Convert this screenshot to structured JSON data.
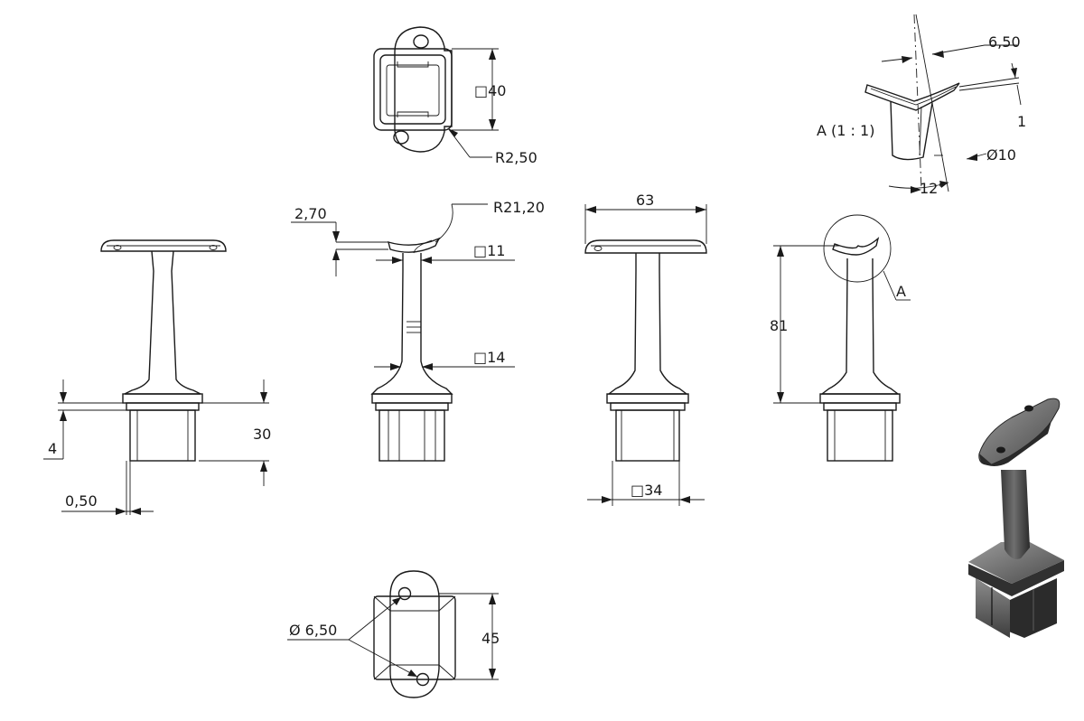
{
  "dimensions": {
    "top_square": "□40",
    "top_radius": "R2,50",
    "flange_offset": "0,50",
    "flange_thick": "4",
    "socket_height": "30",
    "saddle_thick": "2,70",
    "saddle_radius": "R21,20",
    "post_top": "□11",
    "post_bottom": "□14",
    "saddle_length": "63",
    "base_square": "□34",
    "total_height": "81",
    "detail_ref": "A",
    "detail_title": "A (1 : 1)",
    "detail_width": "6,50",
    "detail_gap": "1",
    "detail_diameter": "Ø10",
    "detail_angle": "12°",
    "hole_diameter": "Ø 6,50",
    "bottom_width": "45"
  },
  "colors": {
    "line": "#1a1a1a",
    "background": "#ffffff",
    "render_light": "#8a8a8a",
    "render_dark": "#2e2e2e"
  }
}
